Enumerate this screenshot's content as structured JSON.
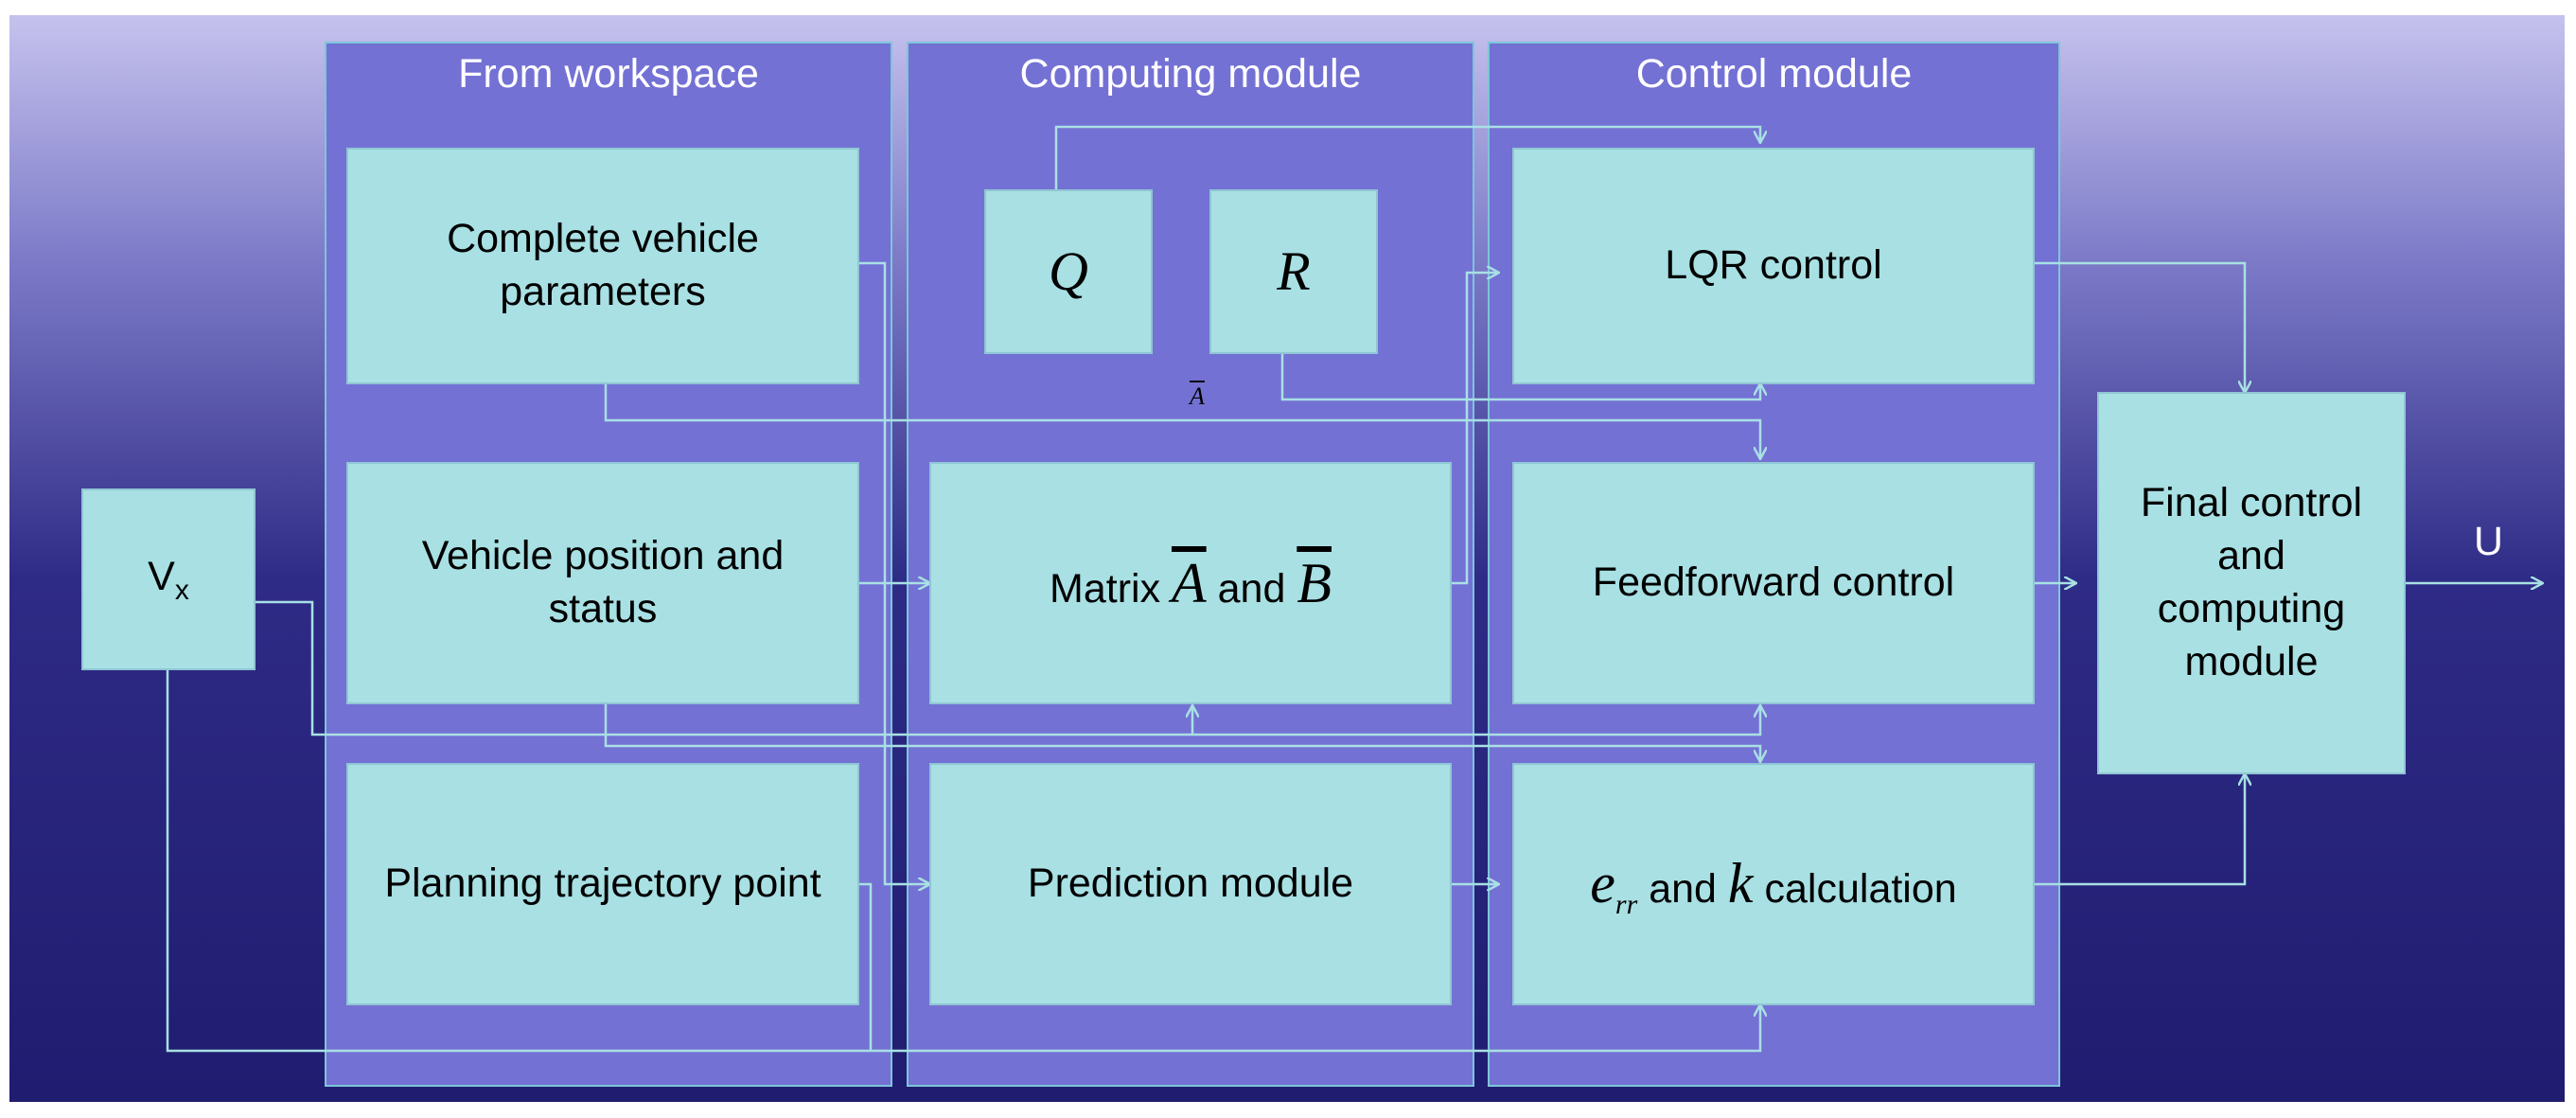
{
  "panels": {
    "workspace": "From workspace",
    "computing": "Computing module",
    "control": "Control module"
  },
  "blocks": {
    "vx": {
      "main": "V",
      "sub": "x"
    },
    "vehicle_params": "Complete vehicle parameters",
    "vehicle_position": "Vehicle position and status",
    "planning": "Planning trajectory point",
    "q": "Q",
    "r": "R",
    "matrix": {
      "prefix": "Matrix ",
      "a": "A",
      "mid": " and ",
      "b": "B"
    },
    "prediction": "Prediction module",
    "lqr": "LQR control",
    "feedforward": "Feedforward control",
    "err": {
      "e": "e",
      "sub": "rr",
      "mid": " and ",
      "k": "k",
      "suffix": " calculation"
    },
    "final": "Final control and computing module"
  },
  "wire_label": "A",
  "output": "U",
  "colors": {
    "box_fill": "#a8e0e4",
    "panel_fill": "#7471d4",
    "wire": "#a8e0e4",
    "background_top": "#c6c2ee",
    "background_bottom": "#201c70"
  }
}
